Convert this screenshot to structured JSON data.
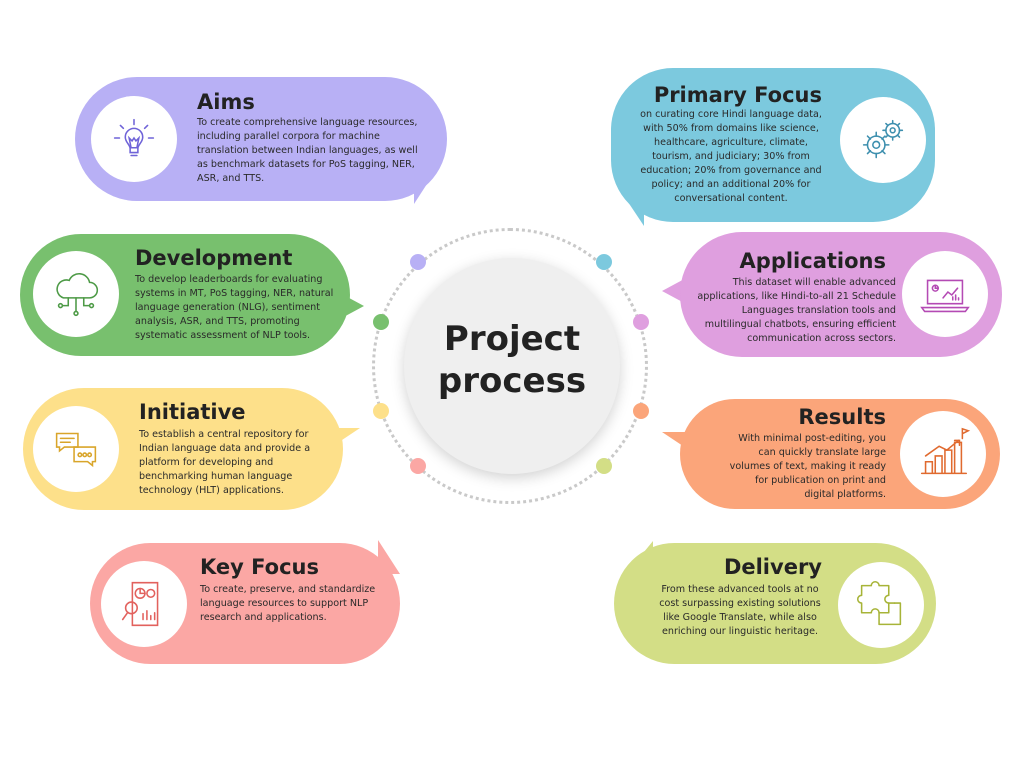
{
  "center": {
    "line1": "Project",
    "line2": "process"
  },
  "colors": {
    "aims": "#b8b0f5",
    "development": "#78c06e",
    "initiative": "#fde08a",
    "key_focus": "#fba7a4",
    "primary_focus": "#7cc9de",
    "applications": "#df9fdf",
    "results": "#fba57a",
    "delivery": "#d3de86"
  },
  "cards": {
    "aims": {
      "title": "Aims",
      "icon": "lightbulb-icon",
      "lines": [
        "To create comprehensive language resources,",
        "including parallel corpora for machine",
        "translation between Indian languages, as well",
        "as benchmark datasets for PoS tagging, NER,",
        "ASR, and TTS."
      ]
    },
    "development": {
      "title": "Development",
      "icon": "cloud-network-icon",
      "lines": [
        "To develop leaderboards for evaluating",
        "systems in MT, PoS tagging, NER, natural",
        "language generation (NLG), sentiment",
        "analysis, ASR, and TTS, promoting",
        "systematic assessment of NLP tools."
      ]
    },
    "initiative": {
      "title": "Initiative",
      "icon": "chat-bubbles-icon",
      "lines": [
        "To establish a central repository  for",
        "Indian language data and provide a",
        "platform for developing and",
        "benchmarking human language",
        "technology (HLT) applications."
      ]
    },
    "key_focus": {
      "title": "Key Focus",
      "icon": "report-magnifier-icon",
      "lines": [
        "To create, preserve, and standardize",
        "language resources to support NLP",
        "research and applications."
      ]
    },
    "primary_focus": {
      "title": "Primary Focus",
      "icon": "gears-icon",
      "lines": [
        "on curating core Hindi language data,",
        "with 50% from domains like science,",
        "healthcare, agriculture, climate,",
        "tourism, and judiciary; 30% from",
        "education; 20% from governance and",
        "policy; and an additional 20% for",
        "conversational content."
      ]
    },
    "applications": {
      "title": "Applications",
      "icon": "laptop-analytics-icon",
      "lines": [
        "This dataset will enable advanced",
        "applications, like Hindi-to-all 21 Schedule",
        "Languages translation tools and",
        "multilingual chatbots, ensuring efficient",
        "communication across sectors."
      ]
    },
    "results": {
      "title": "Results",
      "icon": "growth-chart-icon",
      "lines": [
        "With minimal post-editing, you",
        "can quickly translate large",
        "volumes of text, making it ready",
        "for publication on print and",
        "digital platforms."
      ]
    },
    "delivery": {
      "title": "Delivery",
      "icon": "puzzle-icon",
      "lines": [
        "From these advanced tools at no",
        "cost surpassing existing solutions",
        "like Google Translate, while also",
        "enriching our linguistic heritage."
      ]
    }
  }
}
